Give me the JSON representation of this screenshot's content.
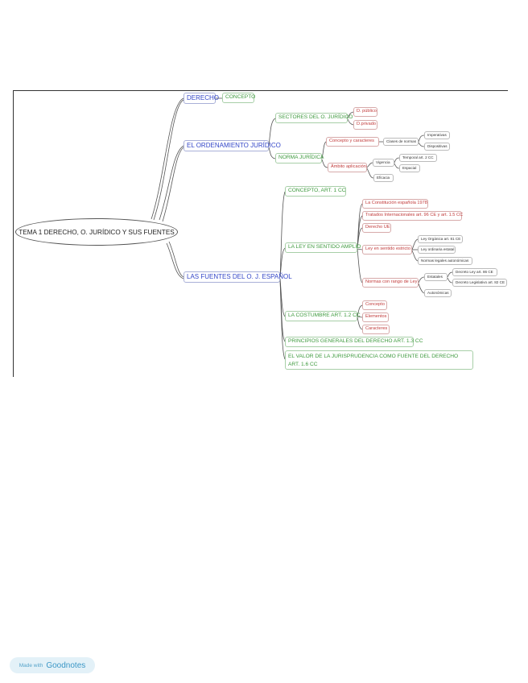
{
  "mindmap": {
    "root": "TEMA 1 DERECHO, O. JURÍDICO Y SUS FUENTES",
    "derecho": {
      "label": "DERECHO",
      "concepto": "CONCEPTO"
    },
    "ordenamiento": {
      "label": "EL ORDENAMIENTO JURÍDICO",
      "sectores": {
        "label": "SECTORES DEL O. JURÍDICO",
        "publico": "D. público",
        "privado": "D.privado"
      },
      "norma": {
        "label": "NORMA JURÍDICA",
        "concepto": "Concepto y caracteres",
        "clases": "Clases de normas",
        "imperativas": "Imperativas",
        "dispositivas": "Dispositivas",
        "ambito": "Ámbito aplicación",
        "vigencia": "Vigencia",
        "temporal": "Temporal art. 2 CC",
        "espacial": "Espacial",
        "eficacia": "Eficacia"
      }
    },
    "fuentes": {
      "label": "LAS FUENTES DEL O. J. ESPAÑOL",
      "concepto": "CONCEPTO, ART. 1 CC",
      "ley": {
        "label": "LA LEY EN SENTIDO AMPLIO",
        "constitucion": "La Constitución española 1978",
        "tratados": "Tratados Internacionales art. 96 CE y art. 1.5 CC",
        "derecho_ue": "Derecho UE",
        "estricto": "Ley en sentido estricto",
        "organica": "Ley Orgánica art. 81 CE",
        "ordinaria": "Ley ordinaria estatal",
        "autonomicas": "Normas legales autonómicas",
        "rango": "Normas con rango de Ley",
        "estatales": "Estatales",
        "decreto_ley": "Decreto Ley art. 86 CE",
        "decreto_legislativo": "Decreto Legislativo art. 82 CE",
        "autonomicas2": "Autonómicas"
      },
      "costumbre": {
        "label": "LA COSTUMBRE ART. 1.2 CC",
        "concepto": "Concepto",
        "elementos": "Elementos",
        "caracteres": "Caracteres"
      },
      "principios": "PRINCIPIOS GENERALES DEL DERECHO ART. 1.3 CC",
      "jurisprudencia": "EL VALOR DE LA JURISPRUDENCIA COMO FUENTE DEL DERECHO ART. 1.6 CC"
    }
  },
  "badge": {
    "prefix": "Made with",
    "brand": "Goodnotes"
  },
  "colors": {
    "level1": "#3447c8",
    "level2": "#3d9a3d",
    "level3": "#c23a3a",
    "line": "#555555"
  }
}
